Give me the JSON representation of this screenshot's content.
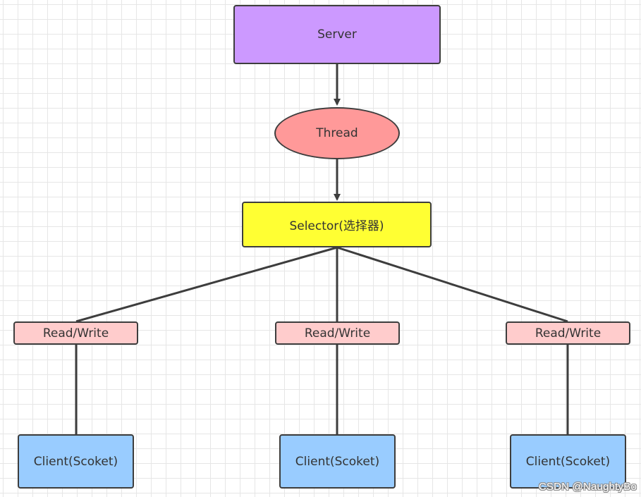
{
  "diagram": {
    "server_label": "Server",
    "thread_label": "Thread",
    "selector_label": "Selector(选择器)",
    "channels": [
      {
        "rw_label": "Read/Write",
        "client_label": "Client(Scoket)"
      },
      {
        "rw_label": "Read/Write",
        "client_label": "Client(Scoket)"
      },
      {
        "rw_label": "Read/Write",
        "client_label": "Client(Scoket)"
      }
    ]
  },
  "watermark": "CSDN @NaughtyBo",
  "colors": {
    "server": "#cc99ff",
    "thread": "#ff9999",
    "selector": "#ffff33",
    "read_write": "#ffcccc",
    "client": "#99ccff",
    "connector": "#3d3d3d"
  }
}
